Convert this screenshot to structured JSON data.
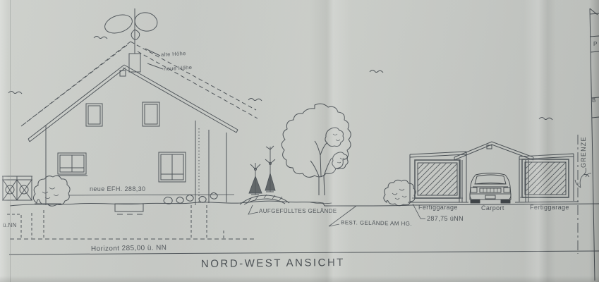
{
  "drawing": {
    "view_title": "NORD-WEST ANSICHT",
    "house": {
      "old_height_label": "alte Höhe",
      "new_height_label": "neue Höhe",
      "floor_level_label": "neue EFH. 288,30"
    },
    "terrain": {
      "filled_ground_label": "AUFGEFÜLLTES GELÄNDE",
      "existing_ground_label": "BEST. GELÄNDE AM HG.",
      "horizon_label": "Horizont 285,00 ü. NN",
      "datum_label": "ü.NN"
    },
    "outbuildings": {
      "garage_left_label": "Fertiggarage",
      "carport_label": "Carport",
      "garage_right_label": "Fertiggarage",
      "garage_level_label": "287,75 üNN"
    },
    "boundary_label": "GRENZE",
    "border_marks": {
      "p": "P",
      "b": "B"
    },
    "colors": {
      "paper": "#c8cbc7",
      "ink": "#4a5055"
    }
  }
}
